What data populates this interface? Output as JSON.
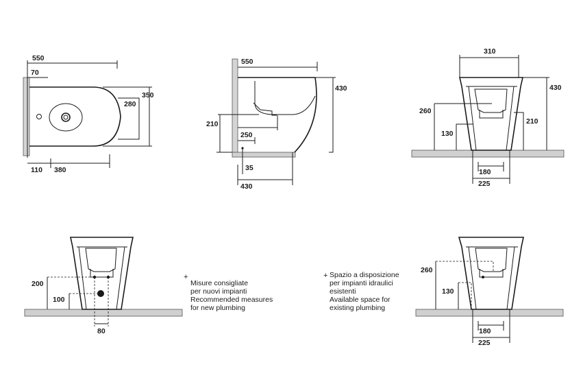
{
  "dimensions": {
    "top_view": {
      "overall_length": "550",
      "wall_offset": "70",
      "width": "350",
      "bowl_width": "280",
      "fixing_offset": "110",
      "fixing_distance": "380"
    },
    "side_view": {
      "overall_length": "550",
      "height": "430",
      "inlet_height": "210",
      "inlet_offset": "250",
      "drain_offset": "35",
      "drain_distance": "430"
    },
    "rear_view": {
      "top_width": "310",
      "height": "430",
      "upper_height": "260",
      "lower_height": "130",
      "side_height": "210",
      "inner_width": "180",
      "base_width": "225"
    },
    "new_plumbing_view": {
      "upper_height": "200",
      "lower_height": "100",
      "spacing": "80"
    },
    "existing_plumbing_view": {
      "upper_height": "260",
      "lower_height": "130",
      "inner_width": "180",
      "base_width": "225"
    }
  },
  "notes": {
    "new_plumbing": [
      "Misure consigliate",
      "per nuovi impianti",
      "Recommended measures",
      "for new plumbing"
    ],
    "existing_plumbing": [
      "Spazio a disposizione",
      "per impianti idraulici",
      "esistenti",
      "Available space for",
      "existing plumbing"
    ],
    "marker": "+"
  }
}
